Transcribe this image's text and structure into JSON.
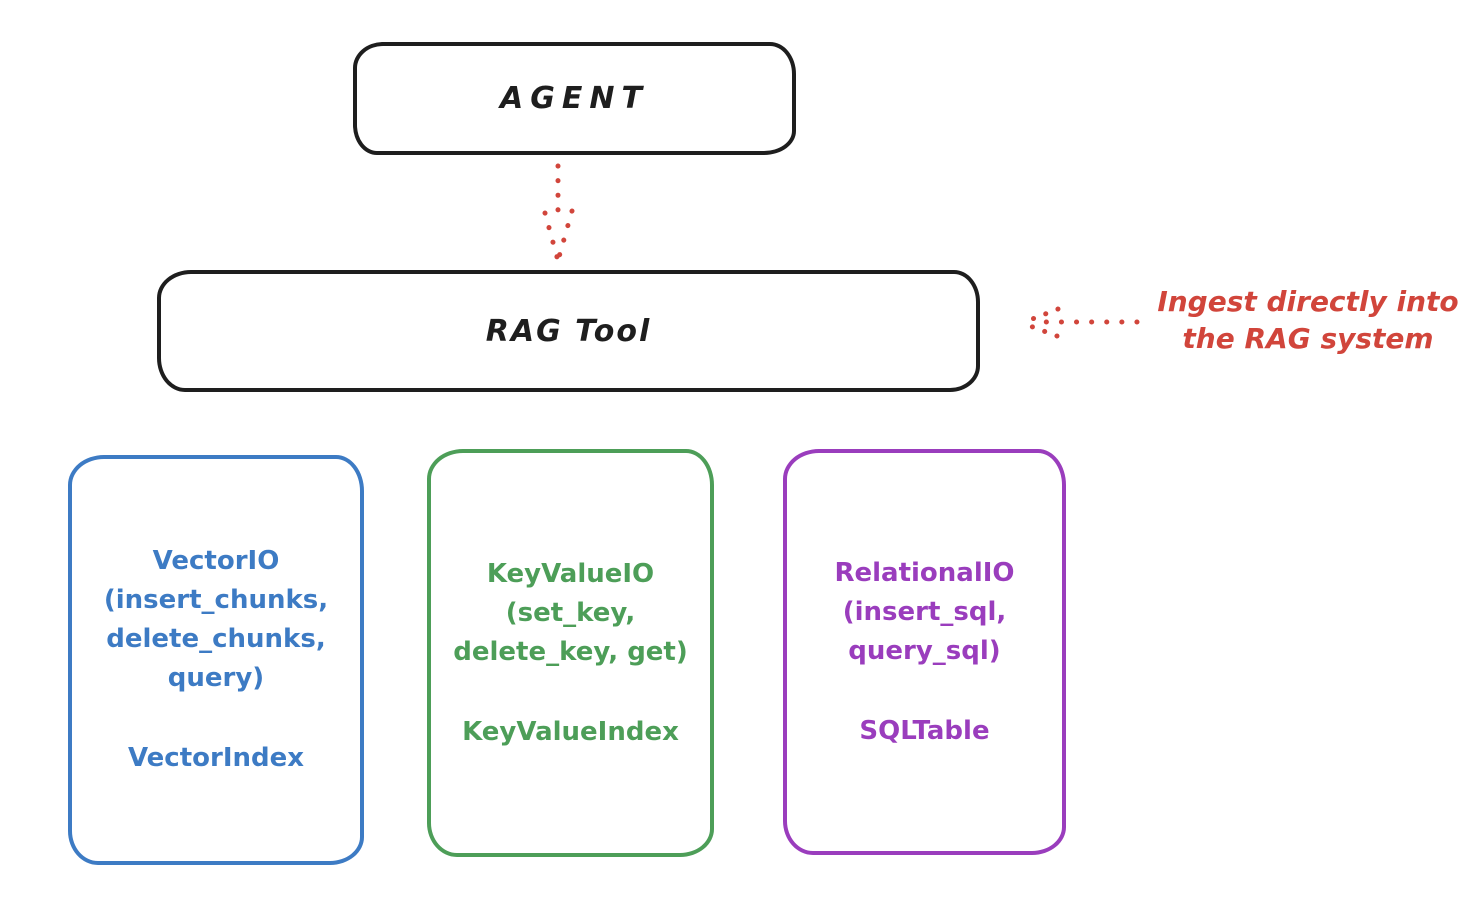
{
  "colors": {
    "ink": "#1e1e1e",
    "accent_red": "#d1453b",
    "vector_blue": "#3d7bc4",
    "keyvalue_green": "#4d9e58",
    "relational_purple": "#9a3dbd",
    "background": "#ffffff"
  },
  "agent_box": {
    "label": "AGENT"
  },
  "rag_box": {
    "label": "RAG Tool"
  },
  "annotation": {
    "line1": "Ingest directly into",
    "line2": "the RAG system"
  },
  "backends": [
    {
      "name": "vector-io",
      "color": "#3d7bc4",
      "lines": [
        "VectorIO",
        "(insert_chunks,",
        "delete_chunks,",
        "query)"
      ],
      "index_label": "VectorIndex"
    },
    {
      "name": "keyvalue-io",
      "color": "#4d9e58",
      "lines": [
        "KeyValueIO",
        "(set_key,",
        "delete_key, get)"
      ],
      "index_label": "KeyValueIndex"
    },
    {
      "name": "relational-io",
      "color": "#9a3dbd",
      "lines": [
        "RelationalIO",
        "(insert_sql,",
        "query_sql)"
      ],
      "index_label": "SQLTable"
    }
  ]
}
